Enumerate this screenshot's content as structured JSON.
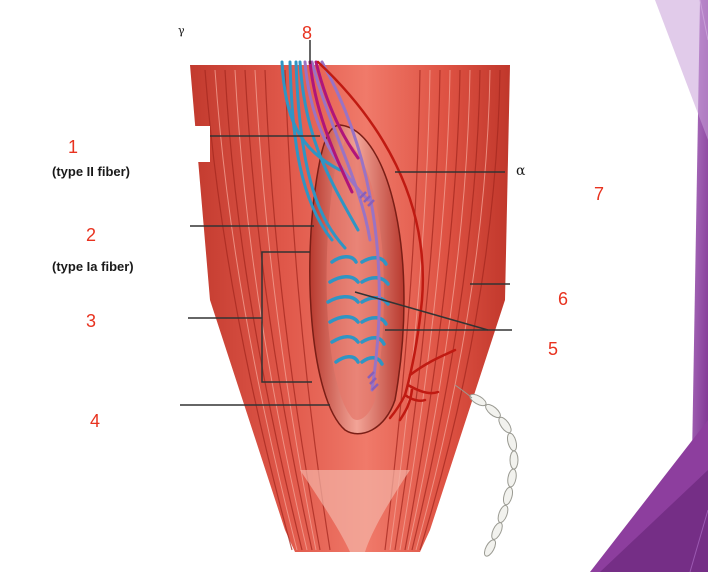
{
  "labels": {
    "type2": "(type II fiber)",
    "type1a": "(type Ia fiber)",
    "alpha": "α",
    "gamma": "γ"
  },
  "numbers": [
    "1",
    "2",
    "3",
    "4",
    "5",
    "6",
    "7",
    "8"
  ],
  "colors": {
    "accent_purple": "#8d3e9e",
    "number_red": "#e8321f",
    "muscle_red": "#d9473a",
    "nerve_blue": "#2f95c4",
    "nerve_purple": "#9a73c4",
    "nerve_magenta": "#b0157a"
  }
}
